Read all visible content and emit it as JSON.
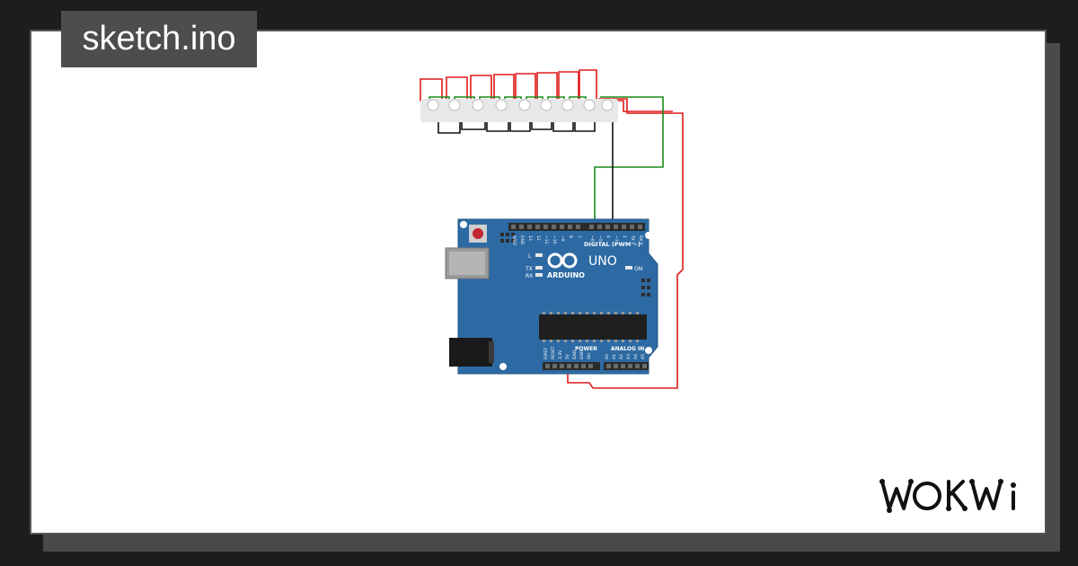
{
  "title": "sketch.ino",
  "brand": "WOKWI",
  "board": {
    "model": "UNO",
    "maker": "ARDUINO",
    "digital_label": "DIGITAL (PWM ~)",
    "power_label": "POWER",
    "analog_label": "ANALOG IN",
    "on_label": "ON",
    "l_label": "L",
    "tx_label": "TX",
    "rx_label": "RX",
    "header_top_pins": [
      "AREF",
      "GND",
      "13",
      "12",
      "~11",
      "~10",
      "~9",
      "8",
      "7",
      "~6",
      "~5",
      "4",
      "~3",
      "2",
      "TX 1",
      "RX 0"
    ],
    "header_bottom_pins": [
      "IOREF",
      "RESET",
      "3.3V",
      "5V",
      "GND",
      "GND",
      "Vin",
      "A0",
      "A1",
      "A2",
      "A3",
      "A4",
      "A5"
    ]
  },
  "colors": {
    "board": "#2d6aa3",
    "wire_red": "#e01b1b",
    "wire_green": "#1a8a1a",
    "wire_black": "#111111"
  }
}
